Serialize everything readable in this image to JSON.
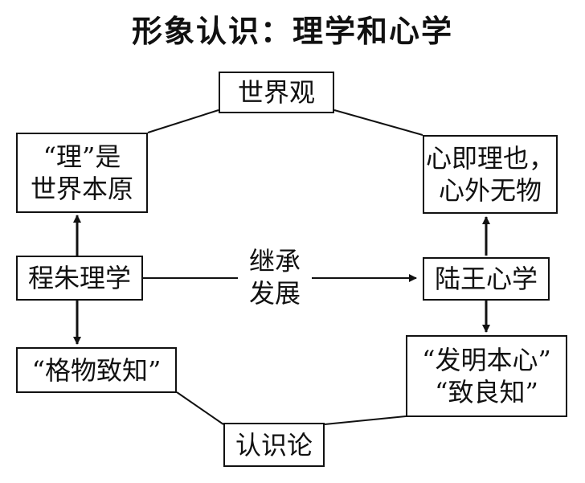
{
  "title": "形象认识：理学和心学",
  "nodes": {
    "worldview": "世界观",
    "epistemology": "认识论",
    "li_origin": "“理”是\n世界本原",
    "cheng_zhu": "程朱理学",
    "gewu_zhizhi": "“格物致知”",
    "xin_ji_li": "心即理也，\n心外无物",
    "lu_wang": "陆王心学",
    "faming_benxin": "“发明本心”\n“致良知”"
  },
  "edge_label": "继承\n发展",
  "colors": {
    "line": "#111111",
    "box_border": "#111111",
    "background": "#ffffff"
  }
}
